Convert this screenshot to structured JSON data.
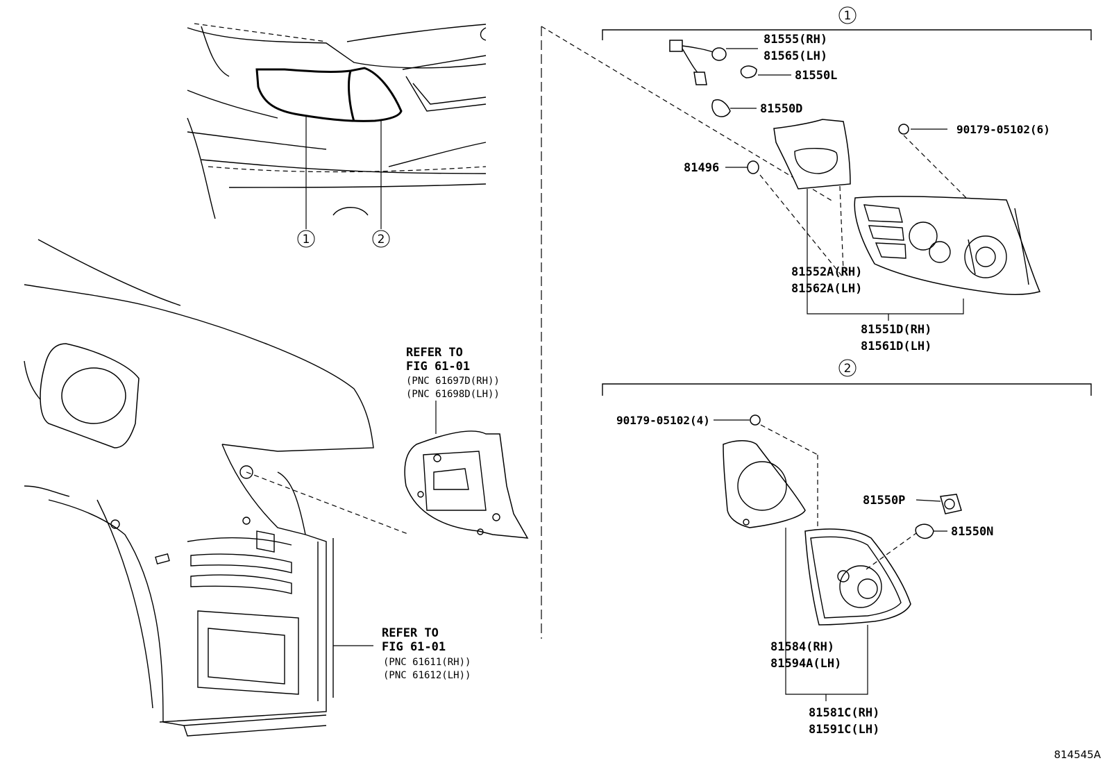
{
  "callouts": {
    "one": "①",
    "two": "②"
  },
  "group1": {
    "socket_rh": "81555(RH)",
    "socket_lh": "81565(LH)",
    "bulb_l": "81550L",
    "bulb_d": "81550D",
    "screw": "90179-05102(6)",
    "packing": "81496",
    "gasket_rh": "81552A(RH)",
    "gasket_lh": "81562A(LH)",
    "lamp_rh": "81551D(RH)",
    "lamp_lh": "81561D(LH)"
  },
  "group2": {
    "screw": "90179-05102(4)",
    "socket": "81550P",
    "bulb": "81550N",
    "gasket_rh": "81584(RH)",
    "gasket_lh": "81594A(LH)",
    "lamp_rh": "81581C(RH)",
    "lamp_lh": "81591C(LH)"
  },
  "refer_upper": {
    "line1": "REFER TO",
    "line2": "FIG 61-01",
    "line3": "(PNC 61697D(RH))",
    "line4": "(PNC 61698D(LH))"
  },
  "refer_lower": {
    "line1": "REFER TO",
    "line2": "FIG 61-01",
    "line3": "(PNC 61611(RH))",
    "line4": "(PNC 61612(LH))"
  },
  "doc_id": "814545A"
}
